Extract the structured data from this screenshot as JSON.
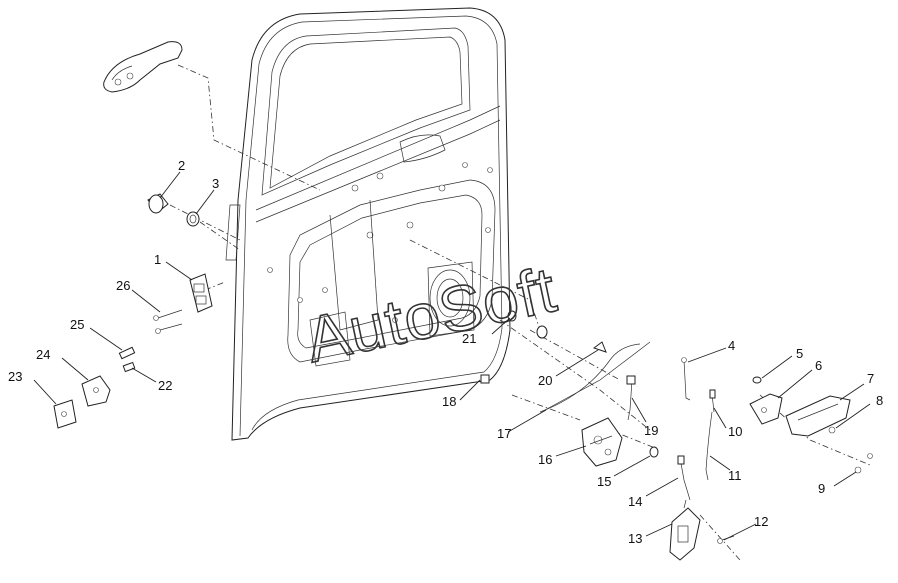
{
  "watermark": "AutoSoft",
  "callouts": [
    {
      "id": "c1",
      "label": "1"
    },
    {
      "id": "c2",
      "label": "2"
    },
    {
      "id": "c3",
      "label": "3"
    },
    {
      "id": "c4",
      "label": "4"
    },
    {
      "id": "c5",
      "label": "5"
    },
    {
      "id": "c6",
      "label": "6"
    },
    {
      "id": "c7",
      "label": "7"
    },
    {
      "id": "c8",
      "label": "8"
    },
    {
      "id": "c9",
      "label": "9"
    },
    {
      "id": "c10",
      "label": "10"
    },
    {
      "id": "c11",
      "label": "11"
    },
    {
      "id": "c12",
      "label": "12"
    },
    {
      "id": "c13",
      "label": "13"
    },
    {
      "id": "c14",
      "label": "14"
    },
    {
      "id": "c15",
      "label": "15"
    },
    {
      "id": "c16",
      "label": "16"
    },
    {
      "id": "c17",
      "label": "17"
    },
    {
      "id": "c18",
      "label": "18"
    },
    {
      "id": "c19",
      "label": "19"
    },
    {
      "id": "c20",
      "label": "20"
    },
    {
      "id": "c21",
      "label": "21"
    },
    {
      "id": "c22",
      "label": "22"
    },
    {
      "id": "c23",
      "label": "23"
    },
    {
      "id": "c24",
      "label": "24"
    },
    {
      "id": "c25",
      "label": "25"
    },
    {
      "id": "c26",
      "label": "26"
    }
  ]
}
